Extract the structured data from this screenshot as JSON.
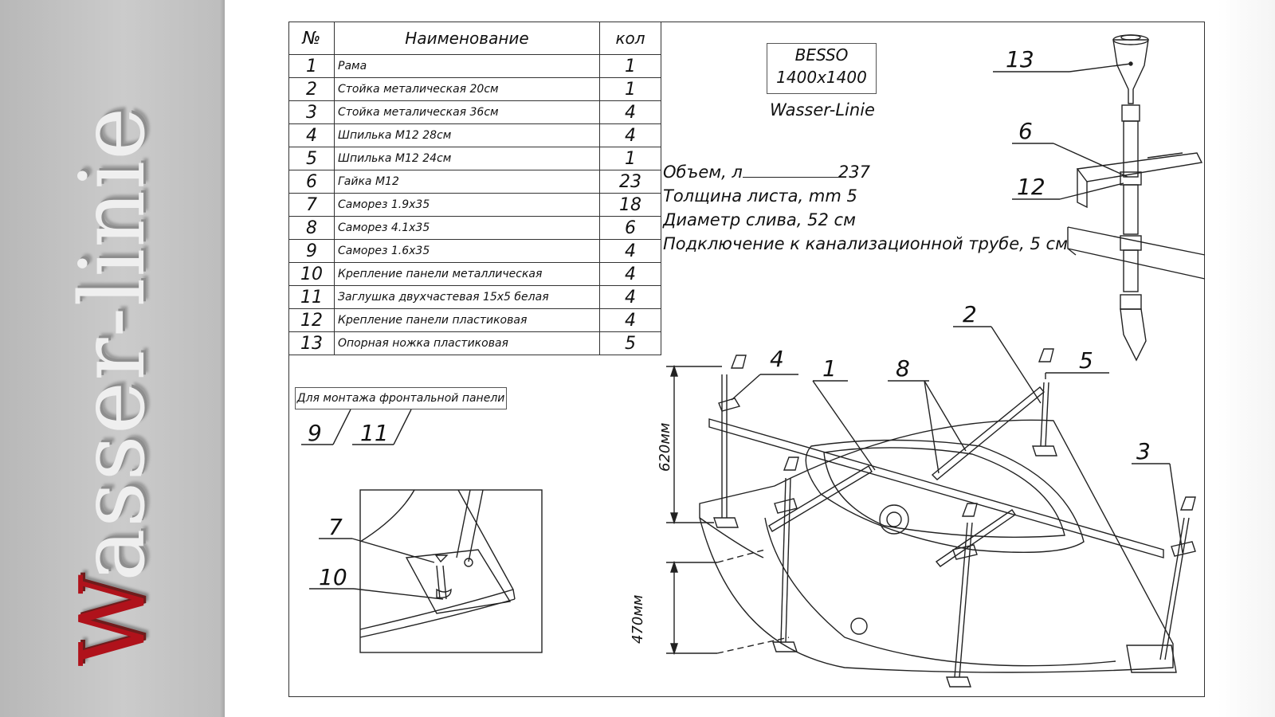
{
  "brand": {
    "initial": "W",
    "rest": "asser-linie"
  },
  "spec_table": {
    "headers": {
      "no": "№",
      "name": "Наименование",
      "qty": "кол"
    },
    "rows": [
      {
        "no": "1",
        "name": "Рама",
        "qty": "1"
      },
      {
        "no": "2",
        "name": "Стойка металическая 20см",
        "qty": "1"
      },
      {
        "no": "3",
        "name": "Стойка металическая  36см",
        "qty": "4"
      },
      {
        "no": "4",
        "name": "Шпилька М12      28см",
        "qty": "4"
      },
      {
        "no": "5",
        "name": "Шпилька М12      24см",
        "qty": "1"
      },
      {
        "no": "6",
        "name": "Гайка М12",
        "qty": "23"
      },
      {
        "no": "7",
        "name": "Саморез 1.9х35",
        "qty": "18"
      },
      {
        "no": "8",
        "name": "Саморез 4.1х35",
        "qty": "6"
      },
      {
        "no": "9",
        "name": "Саморез 1.6х35",
        "qty": "4"
      },
      {
        "no": "10",
        "name": "Крепление панели  металлическая",
        "qty": "4"
      },
      {
        "no": "11",
        "name": "Заглушка двухчастевая 15х5 белая",
        "qty": "4"
      },
      {
        "no": "12",
        "name": "Крепление панели пластиковая",
        "qty": "4"
      },
      {
        "no": "13",
        "name": "Опорная ножка пластиковая",
        "qty": "5"
      }
    ]
  },
  "title_block": {
    "model": "BESSO",
    "size": "1400x1400",
    "manufacturer": "Wasser-Linie"
  },
  "specs": {
    "volume_label": "Объем, л",
    "volume_value": "237",
    "thickness": "Толщина листа, mm 5",
    "drain": "Диаметр слива,  52 см",
    "sewer": "Подключение к канализационной трубе, 5 см"
  },
  "front_panel_note": "Для монтажа фронтальной панели",
  "callouts": {
    "c9": "9",
    "c11": "11",
    "c7": "7",
    "c10": "10",
    "c13": "13",
    "c6": "6",
    "c12": "12",
    "c4": "4",
    "c1": "1",
    "c8": "8",
    "c2": "2",
    "c5": "5",
    "c3": "3"
  },
  "dimensions": {
    "height_frame": "620мм",
    "height_tub": "470мм"
  },
  "colors": {
    "brand_red": "#b0121b",
    "sidebar_gray": "#c4c4c4",
    "line": "#222222"
  }
}
